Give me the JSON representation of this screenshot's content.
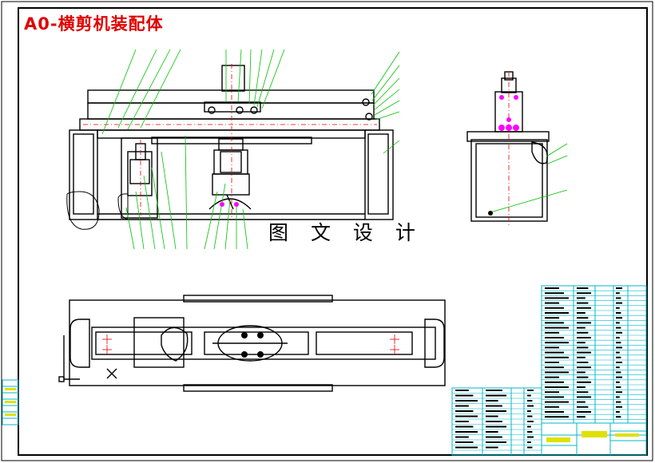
{
  "drawing": {
    "title": "A0-横剪机装配体",
    "watermark": "图 文 设 计"
  },
  "colors": {
    "outline": "#000000",
    "leader": "#00c000",
    "centerline": "#e00000",
    "fastener": "#ff00ff",
    "title_text": "#e00000",
    "table_cyan": "#00b8c8",
    "table_yellow": "#e0e000"
  },
  "views": [
    "front-view",
    "side-view",
    "top-view"
  ],
  "tables": [
    "parts-list-main",
    "parts-list-secondary",
    "title-block",
    "revision-block"
  ]
}
